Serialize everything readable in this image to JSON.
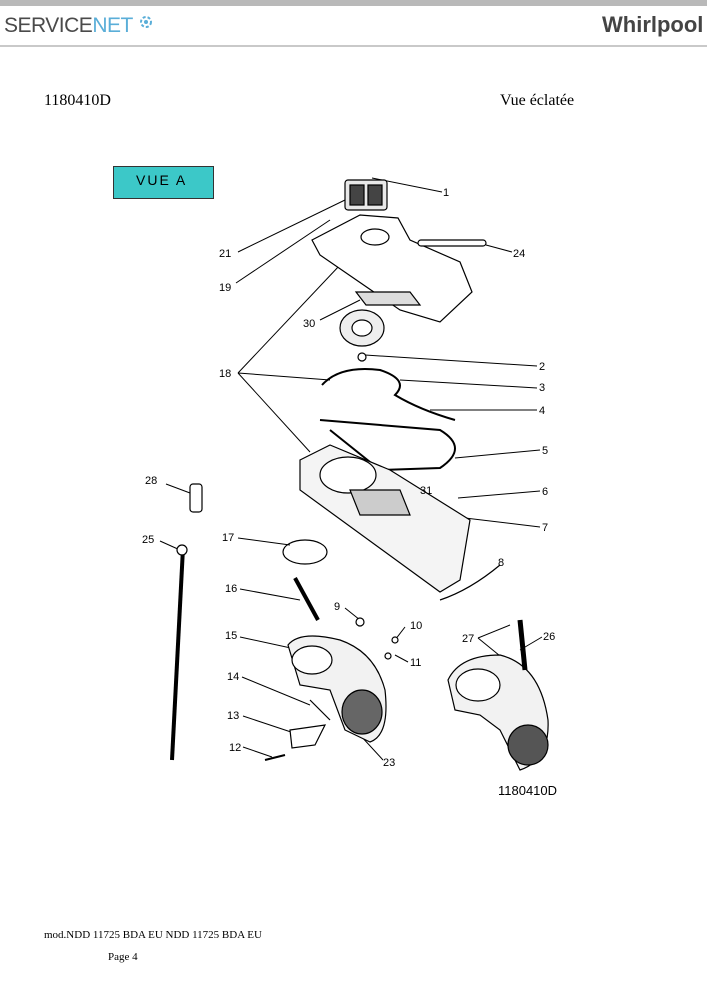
{
  "header": {
    "servicenet_logo_text": "SERVICE",
    "servicenet_logo_net": "NET",
    "whirlpool_logo_text": "Whirlpool"
  },
  "document": {
    "code": "1180410D",
    "view_title": "Vue éclatée"
  },
  "diagram": {
    "view_label": "VUE A",
    "drawing_reference": "1180410D",
    "callouts": [
      "1",
      "21",
      "24",
      "19",
      "30",
      "2",
      "18",
      "3",
      "4",
      "5",
      "28",
      "31",
      "6",
      "7",
      "25",
      "17",
      "8",
      "16",
      "9",
      "10",
      "15",
      "27",
      "26",
      "11",
      "14",
      "13",
      "12",
      "23"
    ]
  },
  "footer": {
    "model": "mod.NDD 11725 BDA EU NDD 11725 BDA EU",
    "page": "Page 4"
  }
}
